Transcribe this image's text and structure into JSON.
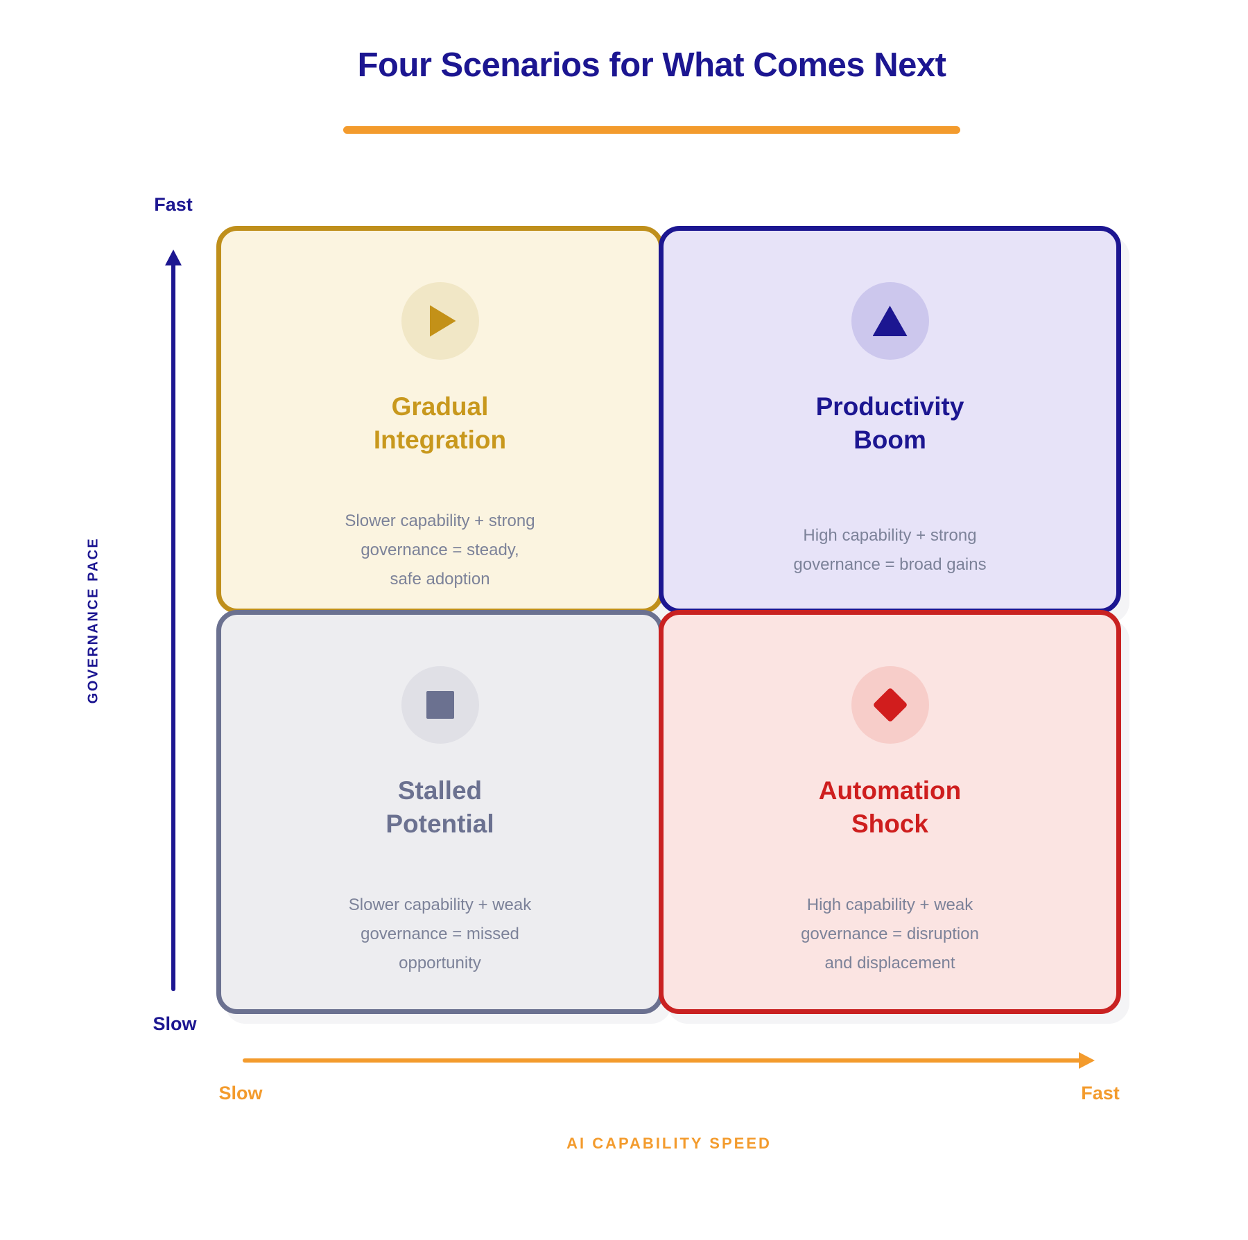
{
  "header": {
    "title": "Four Scenarios for What Comes Next"
  },
  "palette": {
    "navy": "#1c1691",
    "orange": "#f39b2d",
    "gold": "#bf8f1b",
    "slate": "#6b7190",
    "red": "#c92121",
    "description_text": "#7c8299"
  },
  "y_axis": {
    "label": "GOVERNANCE PACE",
    "top_label": "Fast",
    "bottom_label": "Slow"
  },
  "x_axis": {
    "label": "AI CAPABILITY SPEED",
    "left_label": "Slow",
    "right_label": "Fast"
  },
  "quadrants": [
    {
      "id": "gradual-integration",
      "position": "top-left",
      "icon": "play-icon",
      "accent": "#bf8f1b",
      "background": "#fbf4e0",
      "title_lines": [
        "Gradual",
        "Integration"
      ],
      "desc_lines": [
        "Slower capability + strong",
        "governance = steady,",
        "safe adoption"
      ]
    },
    {
      "id": "productivity-boom",
      "position": "top-right",
      "icon": "triangle-up-icon",
      "accent": "#1c1691",
      "background": "#e7e3f8",
      "title_lines": [
        "Productivity",
        "Boom"
      ],
      "desc_lines": [
        "High capability + strong",
        "governance = broad gains"
      ]
    },
    {
      "id": "stalled-potential",
      "position": "bottom-left",
      "icon": "square-icon",
      "accent": "#6b7190",
      "background": "#ededf0",
      "title_lines": [
        "Stalled",
        "Potential"
      ],
      "desc_lines": [
        "Slower capability + weak",
        "governance = missed",
        "opportunity"
      ]
    },
    {
      "id": "automation-shock",
      "position": "bottom-right",
      "icon": "diamond-icon",
      "accent": "#c92121",
      "background": "#fbe4e2",
      "title_lines": [
        "Automation",
        "Shock"
      ],
      "desc_lines": [
        "High capability + weak",
        "governance = disruption",
        "and displacement"
      ]
    }
  ]
}
